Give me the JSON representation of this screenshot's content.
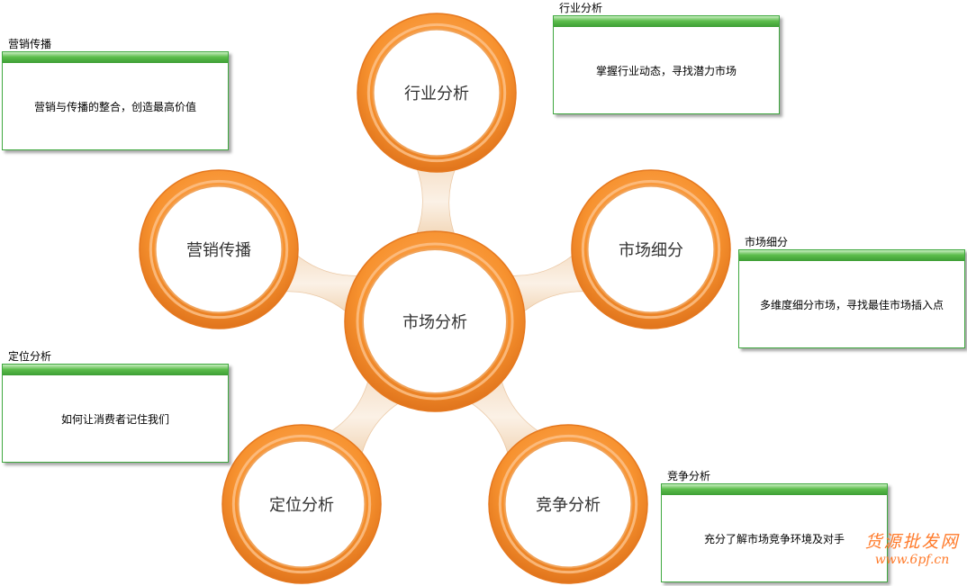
{
  "center": {
    "label": "市场分析"
  },
  "nodes": [
    {
      "id": "industry",
      "label": "行业分析"
    },
    {
      "id": "marketing",
      "label": "营销传播"
    },
    {
      "id": "segment",
      "label": "市场细分"
    },
    {
      "id": "position",
      "label": "定位分析"
    },
    {
      "id": "competition",
      "label": "竞争分析"
    }
  ],
  "notes": {
    "marketing": {
      "title": "营销传播",
      "text": "营销与传播的整合，创造最高价值"
    },
    "industry": {
      "title": "行业分析",
      "text": "掌握行业动态，寻找潜力市场"
    },
    "segment": {
      "title": "市场细分",
      "text": "多维度细分市场，寻找最佳市场插入点"
    },
    "position": {
      "title": "定位分析",
      "text": "如何让消费者记住我们"
    },
    "competition": {
      "title": "竞争分析",
      "text": "充分了解市场竞争环境及对手"
    }
  },
  "watermark": {
    "line1": "货源批发网",
    "line2": "www.6pf.cn"
  },
  "colors": {
    "ring": "#f7922f",
    "ring_dark": "#e8761a",
    "connector": "#f3d9bd",
    "note_border": "#3fa83f",
    "note_bar": "#5cbd4c"
  }
}
